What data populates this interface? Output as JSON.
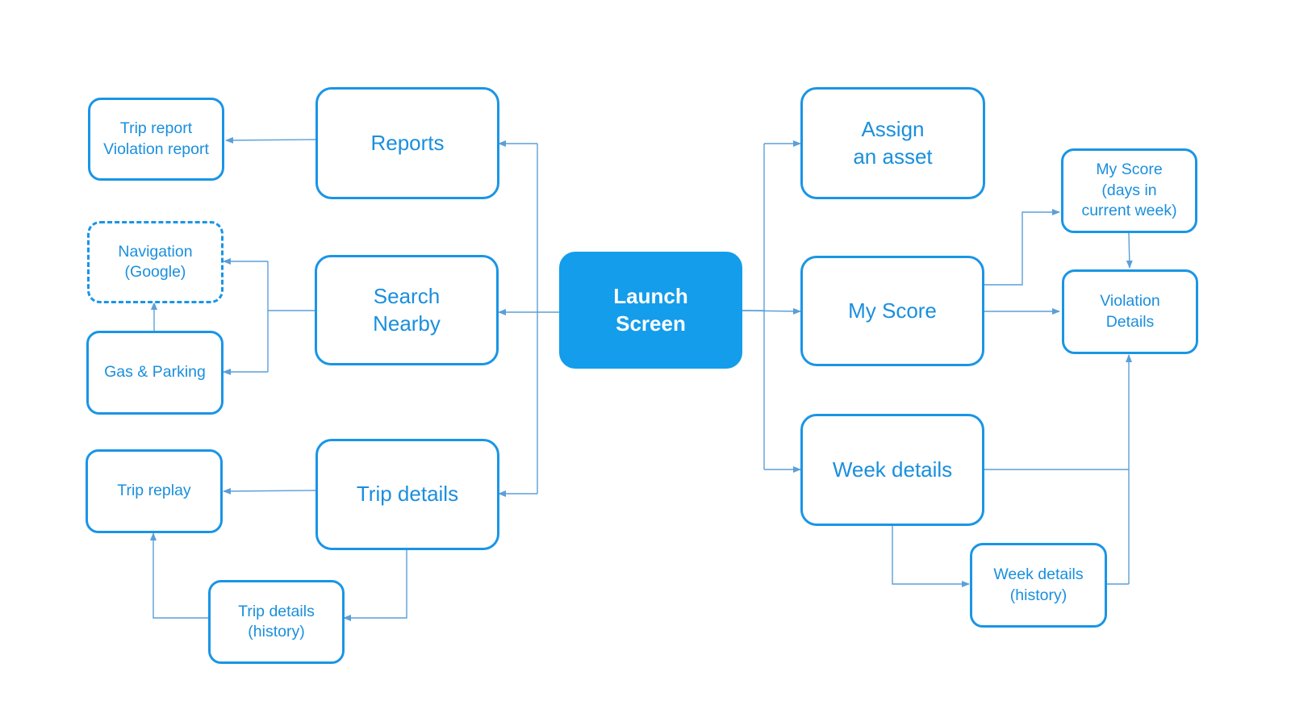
{
  "colors": {
    "accent": "#139deb",
    "border": "#1a95e6",
    "text": "#1a8fdd",
    "connector": "#5b9fd8",
    "background": "#ffffff"
  },
  "nodes": {
    "launch_screen": [
      "Launch",
      "Screen"
    ],
    "reports": [
      "Reports"
    ],
    "search_nearby": [
      "Search",
      "Nearby"
    ],
    "trip_details": [
      "Trip details"
    ],
    "trip_report": [
      "Trip report",
      "Violation report"
    ],
    "navigation": [
      "Navigation",
      "(Google)"
    ],
    "gas_parking": [
      "Gas & Parking"
    ],
    "trip_replay": [
      "Trip replay"
    ],
    "trip_details_history": [
      "Trip details",
      "(history)"
    ],
    "assign_asset": [
      "Assign",
      "an asset"
    ],
    "my_score": [
      "My Score"
    ],
    "week_details": [
      "Week details"
    ],
    "my_score_days": [
      "My Score",
      "(days in",
      "current week)"
    ],
    "violation_details": [
      "Violation",
      "Details"
    ],
    "week_details_history": [
      "Week details",
      "(history)"
    ]
  }
}
